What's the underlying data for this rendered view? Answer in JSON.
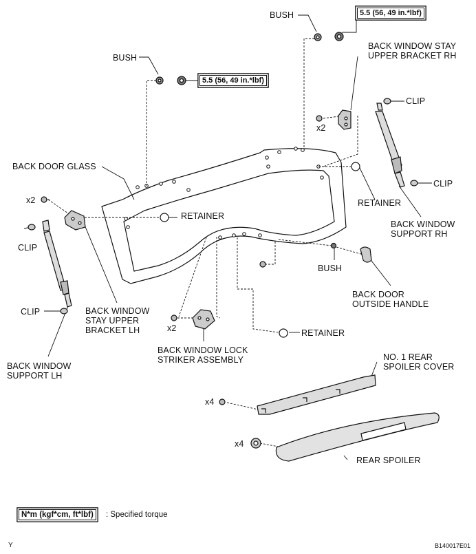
{
  "labels": {
    "bush_top": "BUSH",
    "bush_left": "BUSH",
    "bush_handle": "BUSH",
    "torque_top": "5.5 (56, 49 in.*lbf)",
    "torque_left": "5.5 (56, 49 in.*lbf)",
    "stay_upper_bracket_rh": "BACK WINDOW STAY\nUPPER BRACKET RH",
    "clip_rh_top": "CLIP",
    "clip_rh_bottom": "CLIP",
    "x2_rh": "x2",
    "back_door_glass": "BACK DOOR GLASS",
    "x2_lh": "x2",
    "clip_lh_top": "CLIP",
    "clip_lh_bottom": "CLIP",
    "retainer_center": "RETAINER",
    "retainer_rh": "RETAINER",
    "retainer_bottom": "RETAINER",
    "support_rh": "BACK WINDOW\nSUPPORT RH",
    "outside_handle": "BACK DOOR\nOUTSIDE HANDLE",
    "stay_upper_bracket_lh": "BACK WINDOW\nSTAY UPPER\nBRACKET LH",
    "x2_striker": "x2",
    "lock_striker": "BACK WINDOW LOCK\nSTRIKER ASSEMBLY",
    "support_lh": "BACK WINDOW\nSUPPORT LH",
    "spoiler_cover": "NO. 1 REAR\nSPOILER COVER",
    "x4_cover": "x4",
    "x4_spoiler": "x4",
    "rear_spoiler": "REAR SPOILER"
  },
  "legend": {
    "box": "N*m (kgf*cm, ft*lbf)",
    "text": ": Specified torque"
  },
  "footer": {
    "left": "Y",
    "code": "B140017E01"
  }
}
